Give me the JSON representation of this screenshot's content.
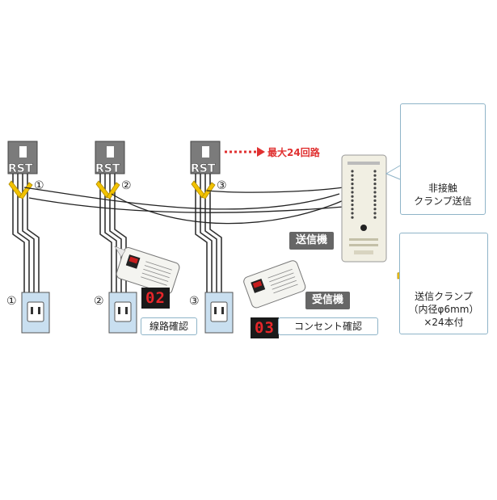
{
  "breaker_label": "RST",
  "circuit_numbers": [
    "①",
    "②",
    "③"
  ],
  "max_circuits_label": "最大24回路",
  "transmitter_tag": "送信機",
  "receiver_tag": "受信機",
  "code_02": "02",
  "code_03": "03",
  "callout_wire_check": "線路確認",
  "callout_outlet_check": "コンセント確認",
  "callout_noncontact": [
    "非接触",
    "クランプ送信"
  ],
  "callout_clamp": [
    "送信クランプ",
    "（内径φ6mm）",
    "×24本付"
  ],
  "colors": {
    "accent_red": "#e03030",
    "outlet_fill": "#c9dff0",
    "tag_gray": "#666666",
    "clamp_yellow": "#f2c200",
    "callout_border": "#8fb4c8"
  }
}
